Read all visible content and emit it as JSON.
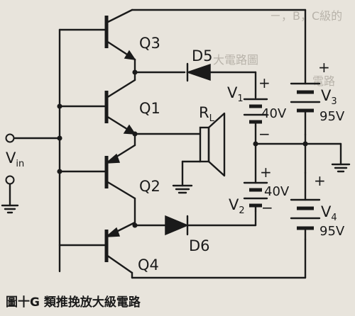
{
  "caption": "圖十G 類推挽放大級電路",
  "input": {
    "label_main": "V",
    "label_sub": "in"
  },
  "transistors": [
    {
      "label": "Q3"
    },
    {
      "label": "Q1"
    },
    {
      "label": "Q2"
    },
    {
      "label": "Q4"
    }
  ],
  "diodes": [
    {
      "label": "D5"
    },
    {
      "label": "D6"
    }
  ],
  "speaker": {
    "label_main": "R",
    "label_sub": "L"
  },
  "sources": [
    {
      "label_main": "V",
      "label_sub": "1",
      "voltage": "40V"
    },
    {
      "label_main": "V",
      "label_sub": "2",
      "voltage": "40V"
    },
    {
      "label_main": "V",
      "label_sub": "3",
      "voltage": "95V"
    },
    {
      "label_main": "V",
      "label_sub": "4",
      "voltage": "95V"
    }
  ],
  "polarity": {
    "plus": "+",
    "minus": "−"
  }
}
